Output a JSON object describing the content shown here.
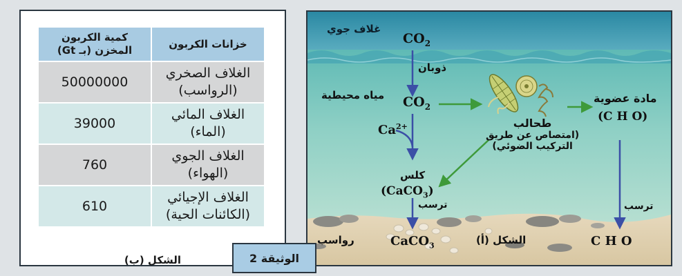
{
  "document_badge": "الوثيقة 2",
  "figure_b": {
    "label": "الشكل (ب)",
    "table": {
      "headers": {
        "reservoirs": "خزانات الكربون",
        "amount_line1": "كمية الكربون",
        "amount_line2": "المخزن (بـ Gt)"
      },
      "rows": [
        {
          "line1": "الغلاف الصخري",
          "line2": "(الرواسب)",
          "amount": "50000000"
        },
        {
          "line1": "الغلاف المائي",
          "line2": "(الماء)",
          "amount": "39000"
        },
        {
          "line1": "الغلاف الجوي",
          "line2": "(الهواء)",
          "amount": "760"
        },
        {
          "line1": "الغلاف الإجيائي",
          "line2": "(الكائنات الحية)",
          "amount": "610"
        }
      ]
    }
  },
  "figure_a": {
    "label": "الشكل (أ)",
    "atmosphere": "غلاف جوي",
    "ocean_water": "مياه محيطية",
    "sediments": "رواسب",
    "co2_top": "CO",
    "co2_top_sub": "2",
    "dissolution": "ذوبان",
    "co2_water": "CO",
    "co2_water_sub": "2",
    "calcium": "Ca",
    "calcium_sup": "2+",
    "algae_title": "طحالب",
    "algae_line2": "(امتصاص عن طريق",
    "algae_line3": "التركيب الضوئي)",
    "organic_matter": "مادة عضوية",
    "cho_formula": "(C H O)",
    "limestone": "كلس",
    "caco3_open": "(CaCO",
    "caco3_sub": "3",
    "caco3_close": ")",
    "settle_left": "ترسب",
    "settle_right": "ترسب",
    "caco3_bottom": "CaCO",
    "caco3_bottom_sub": "3",
    "cho_bottom": "C H O"
  },
  "colors": {
    "table_header": "#a8cbe2",
    "row_grey": "#d5d6d7",
    "row_teal": "#d3e8e8",
    "badge": "#a9cce4",
    "arrow_blue": "#3b4fa6",
    "arrow_green": "#3e9a3a"
  }
}
